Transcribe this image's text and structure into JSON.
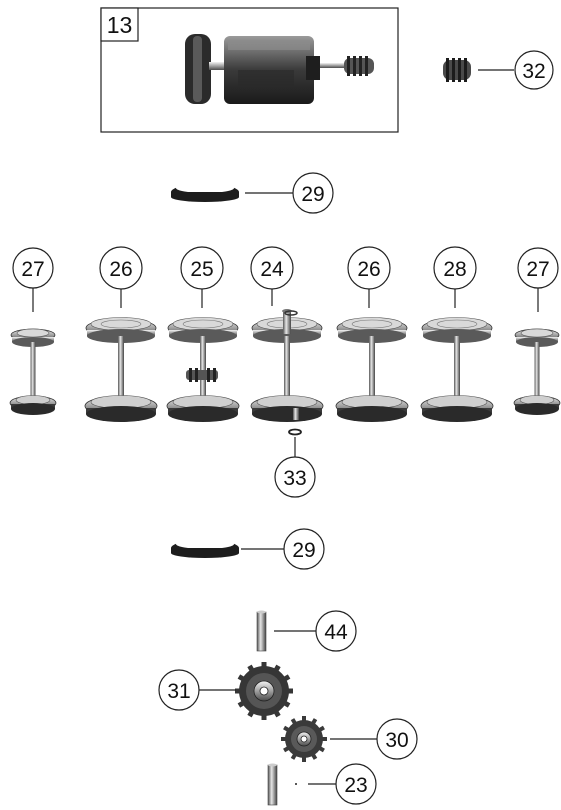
{
  "diagram": {
    "box_label": "13",
    "callouts": {
      "c32": "32",
      "c29_top": "29",
      "c27_left": "27",
      "c26_left": "26",
      "c25": "25",
      "c24": "24",
      "c26_right": "26",
      "c28": "28",
      "c27_right": "27",
      "c33": "33",
      "c29_bottom": "29",
      "c44": "44",
      "c31": "31",
      "c30": "30",
      "c23": "23"
    }
  }
}
